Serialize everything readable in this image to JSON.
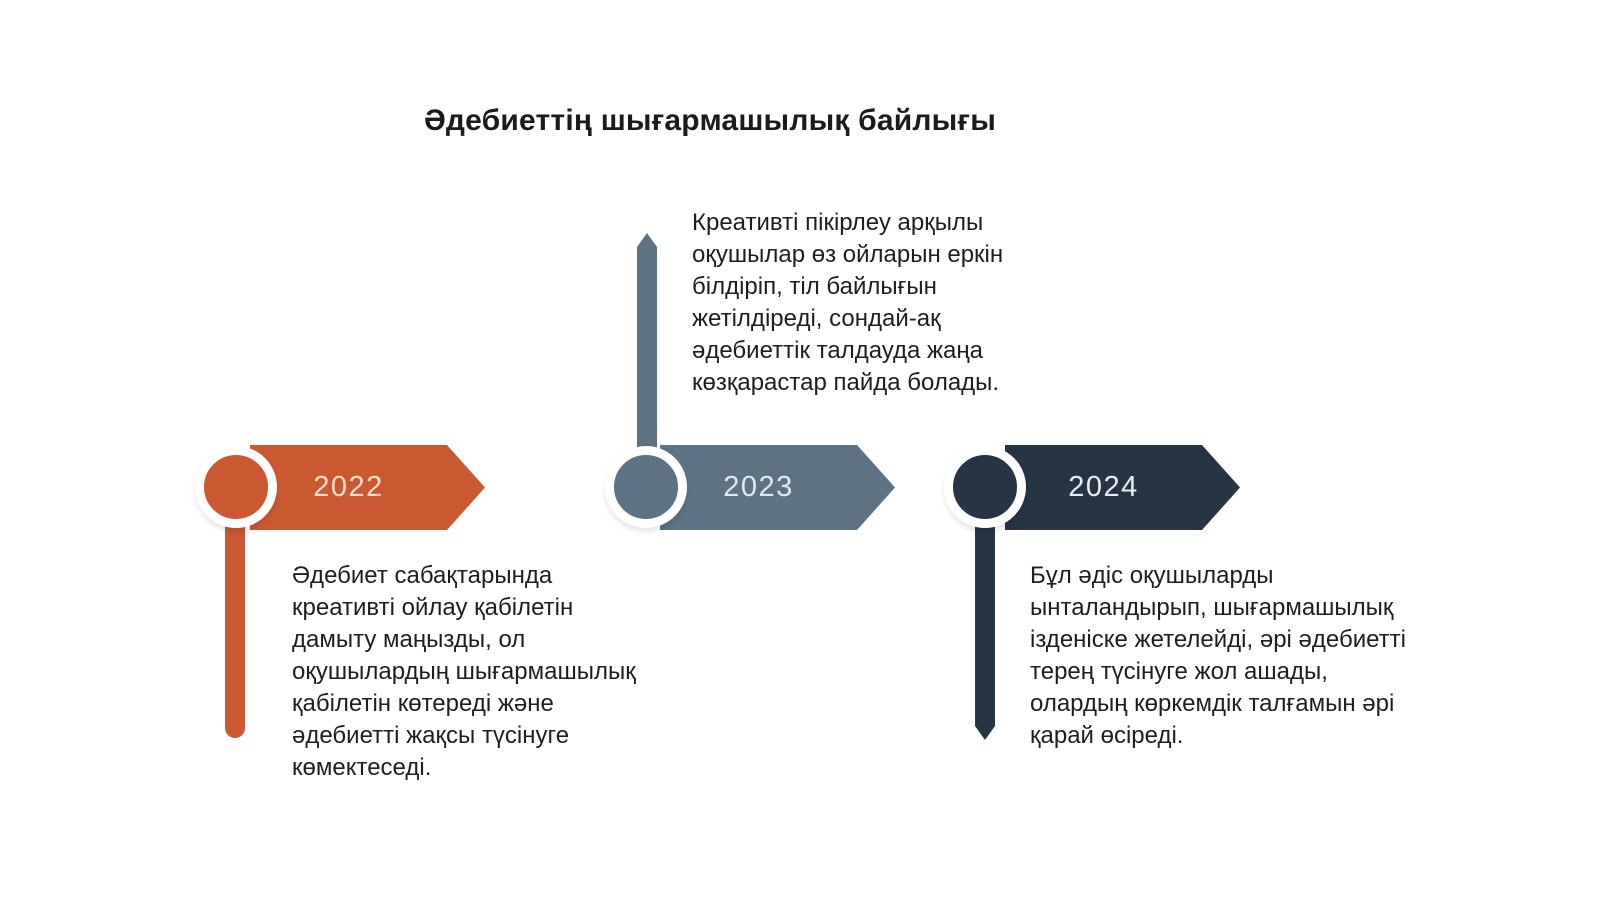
{
  "title": "Әдебиеттің шығармашылық байлығы",
  "background_color": "#ffffff",
  "text_color": "#1e1e1e",
  "milestones": [
    {
      "year": "2022",
      "color": "#cb5831",
      "year_text_color": "#f2dfc9",
      "text_position": "below",
      "description": "Әдебиет сабақтарында креативті ойлау қабілетін дамыту маңызды, ол оқушылардың шығармашылық қабілетін көтереді және әдебиетті жақсы түсінуге көмектеседі."
    },
    {
      "year": "2023",
      "color": "#5d7383",
      "year_text_color": "#dde8ef",
      "text_position": "above",
      "description": "Креативті пікірлеу арқылы оқушылар өз ойларын еркін білдіріп, тіл байлығын жетілдіреді, сондай-ақ әдебиеттік талдауда жаңа көзқарастар пайда болады."
    },
    {
      "year": "2024",
      "color": "#263444",
      "year_text_color": "#e8edf3",
      "text_position": "below",
      "description": "Бұл әдіс оқушыларды ынталандырып, шығармашылық ізденіске жетелейді, әрі әдебиетті терең түсінуге жол ашады, олардың көркемдік талғамын әрі қарай өсіреді."
    }
  ]
}
